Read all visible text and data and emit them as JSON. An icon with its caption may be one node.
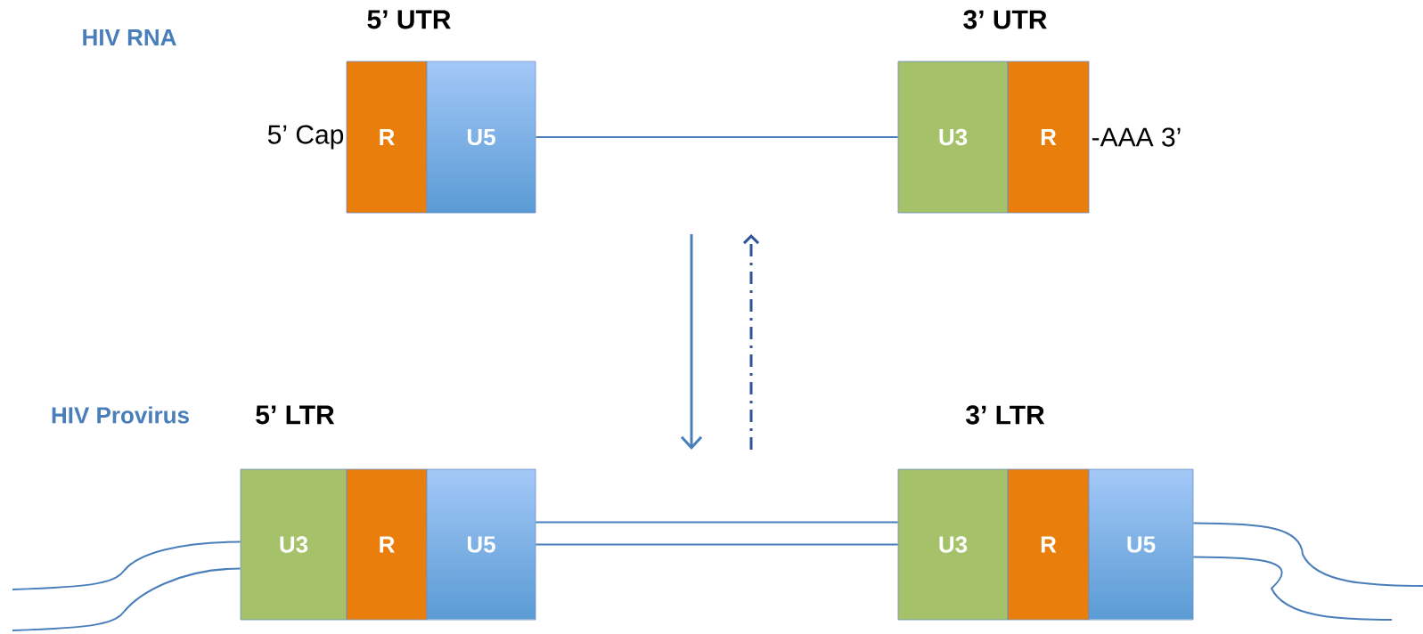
{
  "diagram": {
    "nodes": [
      {
        "text": [
          "R"
        ],
        "beside": [
          "5’ Cap"
        ]
      },
      {
        "text": [
          "U5"
        ]
      },
      {
        "text": [
          "U3"
        ]
      },
      {
        "text": [
          "R"
        ],
        "beside": [
          "-AAA 3’"
        ]
      },
      {
        "text": [
          "U3"
        ]
      },
      {
        "text": [
          "R"
        ]
      },
      {
        "text": [
          "U5"
        ]
      },
      {
        "text": [
          "U3"
        ]
      },
      {
        "text": [
          "R"
        ]
      },
      {
        "text": [
          "U5"
        ]
      }
    ],
    "edges": [
      {
        "from": 1,
        "to": 2,
        "arrow": "none"
      },
      {
        "from": 6,
        "to": 7,
        "arrow": "none"
      },
      {
        "from": 6,
        "to": 7,
        "arrow": "none"
      },
      {
        "from": null,
        "to": 4,
        "arrow": "none"
      },
      {
        "from": null,
        "to": 4,
        "arrow": "none"
      },
      {
        "from": 9,
        "to": null,
        "arrow": "none"
      },
      {
        "from": 9,
        "to": null,
        "arrow": "none"
      }
    ],
    "labels": [
      "HIV RNA",
      "5’ UTR",
      "3’ UTR",
      "HIV Provirus",
      "5’ LTR",
      "3’ LTR"
    ]
  }
}
